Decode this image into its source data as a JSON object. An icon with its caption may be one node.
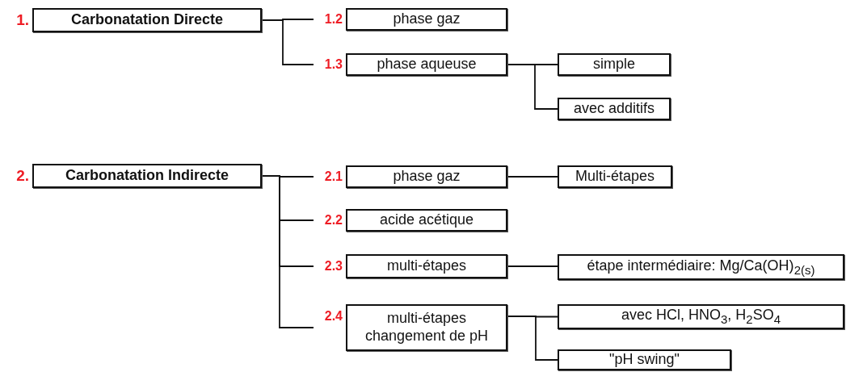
{
  "diagram": {
    "nodes": [
      {
        "text": [
          "Carbonatation Directe"
        ],
        "beside": [
          "1."
        ]
      },
      {
        "text": [
          "phase gaz"
        ],
        "beside": [
          "1.2"
        ]
      },
      {
        "text": [
          "phase aqueuse"
        ],
        "beside": [
          "1.3"
        ]
      },
      {
        "text": [
          "simple"
        ]
      },
      {
        "text": [
          "avec additifs"
        ]
      },
      {
        "text": [
          "Carbonatation Indirecte"
        ],
        "beside": [
          "2."
        ]
      },
      {
        "text": [
          "phase gaz"
        ],
        "beside": [
          "2.1"
        ]
      },
      {
        "text": [
          "Multi-étapes"
        ]
      },
      {
        "text": [
          "acide acétique"
        ],
        "beside": [
          "2.2"
        ]
      },
      {
        "text": [
          "multi-étapes"
        ],
        "beside": [
          "2.3"
        ]
      },
      {
        "text": [
          "étape intermédiaire: Mg/Ca(OH)$_{2(s)}$"
        ]
      },
      {
        "text": [
          "multi-étapes changement de pH"
        ],
        "beside": [
          "2.4"
        ]
      },
      {
        "text": [
          "avec HCl, HNO$_{3}$, H$_{2}$SO$_{4}$"
        ]
      },
      {
        "text": [
          "\"pH swing\""
        ]
      }
    ],
    "edges": [
      {
        "from": 0,
        "to": 1,
        "arrow": "none"
      },
      {
        "from": 0,
        "to": 2,
        "arrow": "none"
      },
      {
        "from": 2,
        "to": 3,
        "arrow": "none"
      },
      {
        "from": 2,
        "to": 4,
        "arrow": "none"
      },
      {
        "from": 5,
        "to": 6,
        "arrow": "none"
      },
      {
        "from": 5,
        "to": 8,
        "arrow": "none"
      },
      {
        "from": 5,
        "to": 9,
        "arrow": "none"
      },
      {
        "from": 5,
        "to": 11,
        "arrow": "none"
      },
      {
        "from": 6,
        "to": 7,
        "arrow": "none"
      },
      {
        "from": 9,
        "to": 10,
        "arrow": "none"
      },
      {
        "from": 11,
        "to": 12,
        "arrow": "none"
      },
      {
        "from": 11,
        "to": 13,
        "arrow": "none"
      }
    ]
  }
}
